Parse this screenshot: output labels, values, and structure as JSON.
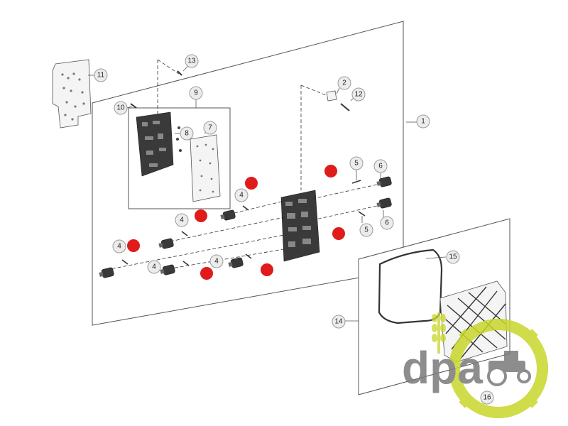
{
  "callouts": [
    {
      "id": "c1",
      "label": "1"
    },
    {
      "id": "c2",
      "label": "2"
    },
    {
      "id": "c4a",
      "label": "4"
    },
    {
      "id": "c4b",
      "label": "4"
    },
    {
      "id": "c4c",
      "label": "4"
    },
    {
      "id": "c4d",
      "label": "4"
    },
    {
      "id": "c4e",
      "label": "4"
    },
    {
      "id": "c5a",
      "label": "5"
    },
    {
      "id": "c5b",
      "label": "5"
    },
    {
      "id": "c6a",
      "label": "6"
    },
    {
      "id": "c6b",
      "label": "6"
    },
    {
      "id": "c7",
      "label": "7"
    },
    {
      "id": "c8",
      "label": "8"
    },
    {
      "id": "c9",
      "label": "9"
    },
    {
      "id": "c10",
      "label": "10"
    },
    {
      "id": "c11",
      "label": "11"
    },
    {
      "id": "c12",
      "label": "12"
    },
    {
      "id": "c13",
      "label": "13"
    },
    {
      "id": "c14",
      "label": "14"
    },
    {
      "id": "c15",
      "label": "15"
    },
    {
      "id": "c16",
      "label": "16"
    }
  ],
  "logo": {
    "text": "dpa",
    "accent_color": "#c8d62b",
    "text_color": "#7a7a7a"
  },
  "marker_color": "#e01b1b"
}
